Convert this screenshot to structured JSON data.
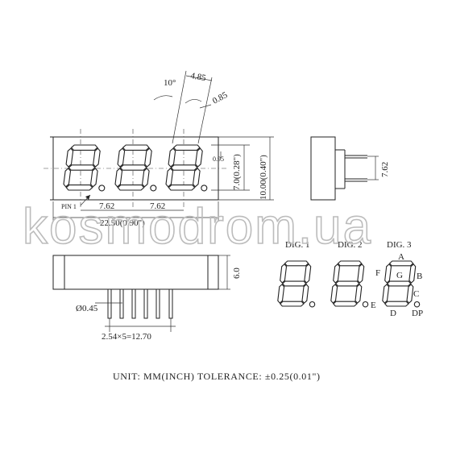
{
  "front_view": {
    "angle_label": "10°",
    "seg_width_label": "4.85",
    "seg_thick_label": "0.85",
    "pin_label": "PIN 1",
    "pitch_label_1": "7.62",
    "pitch_label_2": "7.62",
    "width_label": "22.50(0.90\")",
    "digit_height_label": "7.0(0.28\")",
    "body_height_label": "10.00(0.40\")",
    "dp_offset_label": "0.95"
  },
  "side_view": {
    "pin_row_label": "7.62"
  },
  "bottom_view": {
    "height_label": "6.0",
    "pin_diameter_label": "Ø0.45",
    "pin_pitch_label": "2.54×5=12.70"
  },
  "segment_map": {
    "digit_labels": [
      "DIG. 1",
      "DIG. 2",
      "DIG. 3"
    ],
    "segment_labels": {
      "a": "A",
      "b": "B",
      "c": "C",
      "d": "D",
      "e": "E",
      "f": "F",
      "g": "G",
      "dp": "DP"
    }
  },
  "watermark": "kosmodrom.ua",
  "footer": "UNIT: MM(INCH)  TOLERANCE: ±0.25(0.01\")"
}
